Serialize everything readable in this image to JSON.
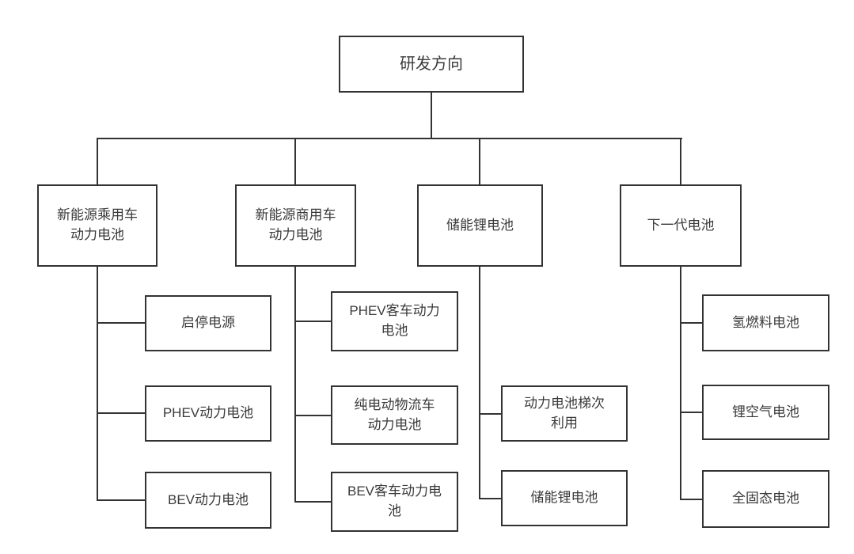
{
  "diagram": {
    "type": "org-chart-flowchart",
    "root": {
      "label": "研发方向"
    },
    "branches": [
      {
        "label": "新能源乘用车\n动力电池",
        "children": [
          "启停电源",
          "PHEV动力电池",
          "BEV动力电池"
        ]
      },
      {
        "label": "新能源商用车\n动力电池",
        "children": [
          "PHEV客车动力\n电池",
          "纯电动物流车\n动力电池",
          "BEV客车动力电\n池"
        ]
      },
      {
        "label": "储能锂电池",
        "children": [
          "动力电池梯次\n利用",
          "储能锂电池"
        ]
      },
      {
        "label": "下一代电池",
        "children": [
          "氢燃料电池",
          "锂空气电池",
          "全固态电池"
        ]
      }
    ],
    "colors": {
      "line_and_border": "#333333",
      "text": "#3a3a3a",
      "background": "#ffffff"
    }
  }
}
